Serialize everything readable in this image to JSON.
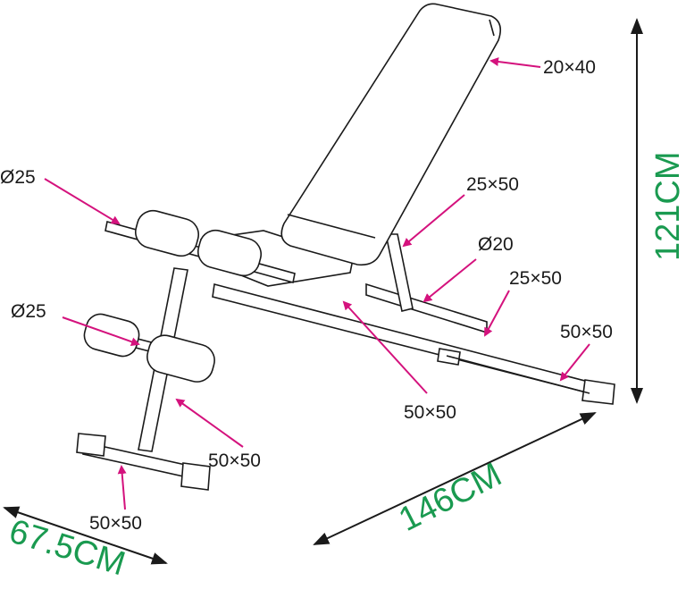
{
  "labels": {
    "backrest_tube": "20×40",
    "upper_roller_bar": "Ø25",
    "backrest_support": "25×50",
    "adjust_pin": "Ø20",
    "ladder_bracket": "25×50",
    "rear_foot_tube": "50×50",
    "lower_roller_bar": "Ø25",
    "main_rail": "50×50",
    "front_leg": "50×50",
    "front_foot_tube": "50×50"
  },
  "dimensions": {
    "height": "121CM",
    "length": "146CM",
    "width": "67.5CM"
  },
  "colors": {
    "dimension": "#1a9a50",
    "pointer": "#d4127d"
  }
}
